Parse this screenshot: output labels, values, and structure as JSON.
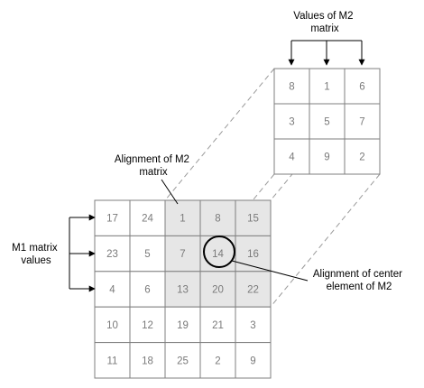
{
  "m1": {
    "values": [
      [
        "17",
        "24",
        "1",
        "8",
        "15"
      ],
      [
        "23",
        "5",
        "7",
        "14",
        "16"
      ],
      [
        "4",
        "6",
        "13",
        "20",
        "22"
      ],
      [
        "10",
        "12",
        "19",
        "21",
        "3"
      ],
      [
        "11",
        "18",
        "25",
        "2",
        "9"
      ]
    ]
  },
  "m2": {
    "values": [
      [
        "8",
        "1",
        "6"
      ],
      [
        "3",
        "5",
        "7"
      ],
      [
        "4",
        "9",
        "2"
      ]
    ]
  },
  "labels": {
    "m2_values": [
      "Values of M2",
      "matrix"
    ],
    "alignment_m2": [
      "Alignment of M2",
      "matrix"
    ],
    "m1_values": [
      "M1 matrix",
      "values"
    ],
    "center_alignment": [
      "Alignment of center",
      "element of M2"
    ]
  },
  "colors": {
    "grid": "#7f7f7f",
    "highlight": "#e6e6e6",
    "cell_text": "#7a7a7a",
    "label_text": "#000000",
    "dashed_guide": "#9a9a9a",
    "circle": "#000000"
  }
}
